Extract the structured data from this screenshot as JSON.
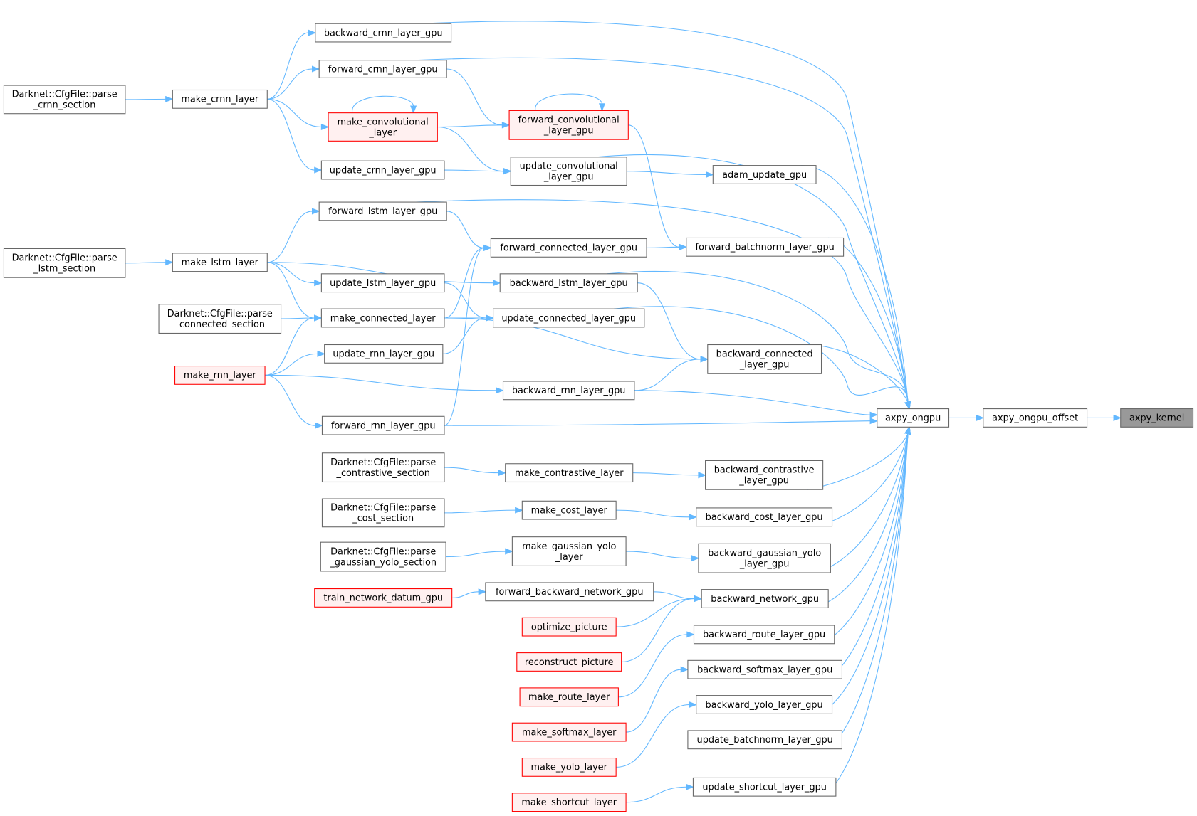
{
  "title": "axpy_kernel caller graph",
  "colors": {
    "edge": "#63b8ff",
    "node_border": "#666666",
    "highlight_fill": "#999999",
    "red_fill": "#fff0f0",
    "red_border": "#ff0000"
  },
  "nodes": [
    {
      "id": "backward_crnn",
      "lines": [
        "backward_crnn_layer_gpu"
      ],
      "style": "normal"
    },
    {
      "id": "forward_crnn",
      "lines": [
        "forward_crnn_layer_gpu"
      ],
      "style": "normal"
    },
    {
      "id": "parse_crnn",
      "lines": [
        "Darknet::CfgFile::parse",
        "_crnn_section"
      ],
      "style": "normal"
    },
    {
      "id": "make_crnn",
      "lines": [
        "make_crnn_layer"
      ],
      "style": "normal"
    },
    {
      "id": "make_conv",
      "lines": [
        "make_convolutional",
        "_layer"
      ],
      "style": "red"
    },
    {
      "id": "forward_conv",
      "lines": [
        "forward_convolutional",
        "_layer_gpu"
      ],
      "style": "red"
    },
    {
      "id": "update_conv",
      "lines": [
        "update_convolutional",
        "_layer_gpu"
      ],
      "style": "normal"
    },
    {
      "id": "update_crnn",
      "lines": [
        "update_crnn_layer_gpu"
      ],
      "style": "normal"
    },
    {
      "id": "adam",
      "lines": [
        "adam_update_gpu"
      ],
      "style": "normal"
    },
    {
      "id": "forward_lstm",
      "lines": [
        "forward_lstm_layer_gpu"
      ],
      "style": "normal"
    },
    {
      "id": "parse_lstm",
      "lines": [
        "Darknet::CfgFile::parse",
        "_lstm_section"
      ],
      "style": "normal"
    },
    {
      "id": "make_lstm",
      "lines": [
        "make_lstm_layer"
      ],
      "style": "normal"
    },
    {
      "id": "forward_connected",
      "lines": [
        "forward_connected_layer_gpu"
      ],
      "style": "normal"
    },
    {
      "id": "forward_batchnorm",
      "lines": [
        "forward_batchnorm_layer_gpu"
      ],
      "style": "normal"
    },
    {
      "id": "backward_lstm",
      "lines": [
        "backward_lstm_layer_gpu"
      ],
      "style": "normal"
    },
    {
      "id": "update_lstm",
      "lines": [
        "update_lstm_layer_gpu"
      ],
      "style": "normal"
    },
    {
      "id": "parse_connected",
      "lines": [
        "Darknet::CfgFile::parse",
        "_connected_section"
      ],
      "style": "normal"
    },
    {
      "id": "make_connected",
      "lines": [
        "make_connected_layer"
      ],
      "style": "normal"
    },
    {
      "id": "update_connected",
      "lines": [
        "update_connected_layer_gpu"
      ],
      "style": "normal"
    },
    {
      "id": "update_rnn",
      "lines": [
        "update_rnn_layer_gpu"
      ],
      "style": "normal"
    },
    {
      "id": "backward_connected",
      "lines": [
        "backward_connected",
        "_layer_gpu"
      ],
      "style": "normal"
    },
    {
      "id": "make_rnn",
      "lines": [
        "make_rnn_layer"
      ],
      "style": "red"
    },
    {
      "id": "backward_rnn",
      "lines": [
        "backward_rnn_layer_gpu"
      ],
      "style": "normal"
    },
    {
      "id": "forward_rnn",
      "lines": [
        "forward_rnn_layer_gpu"
      ],
      "style": "normal"
    },
    {
      "id": "axpy_ongpu",
      "lines": [
        "axpy_ongpu"
      ],
      "style": "normal"
    },
    {
      "id": "axpy_offset",
      "lines": [
        "axpy_ongpu_offset"
      ],
      "style": "normal"
    },
    {
      "id": "axpy_kernel",
      "lines": [
        "axpy_kernel"
      ],
      "style": "grey"
    },
    {
      "id": "parse_contrastive",
      "lines": [
        "Darknet::CfgFile::parse",
        "_contrastive_section"
      ],
      "style": "normal"
    },
    {
      "id": "make_contrastive",
      "lines": [
        "make_contrastive_layer"
      ],
      "style": "normal"
    },
    {
      "id": "backward_contrastive",
      "lines": [
        "backward_contrastive",
        "_layer_gpu"
      ],
      "style": "normal"
    },
    {
      "id": "parse_cost",
      "lines": [
        "Darknet::CfgFile::parse",
        "_cost_section"
      ],
      "style": "normal"
    },
    {
      "id": "make_cost",
      "lines": [
        "make_cost_layer"
      ],
      "style": "normal"
    },
    {
      "id": "backward_cost",
      "lines": [
        "backward_cost_layer_gpu"
      ],
      "style": "normal"
    },
    {
      "id": "parse_gauss",
      "lines": [
        "Darknet::CfgFile::parse",
        "_gaussian_yolo_section"
      ],
      "style": "normal"
    },
    {
      "id": "make_gauss",
      "lines": [
        "make_gaussian_yolo",
        "_layer"
      ],
      "style": "normal"
    },
    {
      "id": "backward_gauss",
      "lines": [
        "backward_gaussian_yolo",
        "_layer_gpu"
      ],
      "style": "normal"
    },
    {
      "id": "train",
      "lines": [
        "train_network_datum_gpu"
      ],
      "style": "red"
    },
    {
      "id": "forward_backward",
      "lines": [
        "forward_backward_network_gpu"
      ],
      "style": "normal"
    },
    {
      "id": "backward_network",
      "lines": [
        "backward_network_gpu"
      ],
      "style": "normal"
    },
    {
      "id": "optimize",
      "lines": [
        "optimize_picture"
      ],
      "style": "red"
    },
    {
      "id": "backward_route",
      "lines": [
        "backward_route_layer_gpu"
      ],
      "style": "normal"
    },
    {
      "id": "reconstruct",
      "lines": [
        "reconstruct_picture"
      ],
      "style": "red"
    },
    {
      "id": "backward_softmax",
      "lines": [
        "backward_softmax_layer_gpu"
      ],
      "style": "normal"
    },
    {
      "id": "make_route",
      "lines": [
        "make_route_layer"
      ],
      "style": "red"
    },
    {
      "id": "backward_yolo",
      "lines": [
        "backward_yolo_layer_gpu"
      ],
      "style": "normal"
    },
    {
      "id": "make_softmax",
      "lines": [
        "make_softmax_layer"
      ],
      "style": "red"
    },
    {
      "id": "update_batchnorm",
      "lines": [
        "update_batchnorm_layer_gpu"
      ],
      "style": "normal"
    },
    {
      "id": "make_yolo",
      "lines": [
        "make_yolo_layer"
      ],
      "style": "red"
    },
    {
      "id": "update_shortcut",
      "lines": [
        "update_shortcut_layer_gpu"
      ],
      "style": "normal"
    },
    {
      "id": "make_shortcut",
      "lines": [
        "make_shortcut_layer"
      ],
      "style": "red"
    }
  ],
  "edges": [
    [
      "parse_crnn",
      "make_crnn"
    ],
    [
      "make_crnn",
      "backward_crnn"
    ],
    [
      "make_crnn",
      "forward_crnn"
    ],
    [
      "make_crnn",
      "make_conv"
    ],
    [
      "make_crnn",
      "update_crnn"
    ],
    [
      "make_conv",
      "make_conv"
    ],
    [
      "forward_conv",
      "forward_conv"
    ],
    [
      "forward_crnn",
      "forward_conv"
    ],
    [
      "make_conv",
      "forward_conv"
    ],
    [
      "make_conv",
      "update_conv"
    ],
    [
      "update_crnn",
      "update_conv"
    ],
    [
      "update_conv",
      "adam"
    ],
    [
      "forward_conv",
      "forward_batchnorm"
    ],
    [
      "forward_connected",
      "forward_batchnorm"
    ],
    [
      "parse_lstm",
      "make_lstm"
    ],
    [
      "make_lstm",
      "forward_lstm"
    ],
    [
      "make_lstm",
      "update_lstm"
    ],
    [
      "make_lstm",
      "make_connected"
    ],
    [
      "make_lstm",
      "backward_lstm"
    ],
    [
      "forward_lstm",
      "forward_connected"
    ],
    [
      "update_lstm",
      "update_connected"
    ],
    [
      "make_connected",
      "forward_connected"
    ],
    [
      "make_connected",
      "update_connected"
    ],
    [
      "parse_connected",
      "make_connected"
    ],
    [
      "make_rnn",
      "make_connected"
    ],
    [
      "make_rnn",
      "update_rnn"
    ],
    [
      "update_rnn",
      "update_connected"
    ],
    [
      "forward_rnn",
      "forward_connected"
    ],
    [
      "make_rnn",
      "forward_rnn"
    ],
    [
      "make_rnn",
      "backward_rnn"
    ],
    [
      "make_connected",
      "backward_connected"
    ],
    [
      "backward_lstm",
      "backward_connected"
    ],
    [
      "backward_rnn",
      "backward_connected"
    ],
    [
      "backward_crnn",
      "axpy_ongpu"
    ],
    [
      "forward_crnn",
      "axpy_ongpu"
    ],
    [
      "update_conv",
      "axpy_ongpu"
    ],
    [
      "adam",
      "axpy_ongpu"
    ],
    [
      "forward_lstm",
      "axpy_ongpu"
    ],
    [
      "forward_batchnorm",
      "axpy_ongpu"
    ],
    [
      "backward_lstm",
      "axpy_ongpu"
    ],
    [
      "update_connected",
      "axpy_ongpu"
    ],
    [
      "backward_connected",
      "axpy_ongpu"
    ],
    [
      "backward_rnn",
      "axpy_ongpu"
    ],
    [
      "forward_rnn",
      "axpy_ongpu"
    ],
    [
      "backward_contrastive",
      "axpy_ongpu"
    ],
    [
      "backward_cost",
      "axpy_ongpu"
    ],
    [
      "backward_gauss",
      "axpy_ongpu"
    ],
    [
      "backward_network",
      "axpy_ongpu"
    ],
    [
      "backward_route",
      "axpy_ongpu"
    ],
    [
      "backward_softmax",
      "axpy_ongpu"
    ],
    [
      "backward_yolo",
      "axpy_ongpu"
    ],
    [
      "update_batchnorm",
      "axpy_ongpu"
    ],
    [
      "update_shortcut",
      "axpy_ongpu"
    ],
    [
      "axpy_ongpu",
      "axpy_offset"
    ],
    [
      "axpy_offset",
      "axpy_kernel"
    ],
    [
      "parse_contrastive",
      "make_contrastive"
    ],
    [
      "make_contrastive",
      "backward_contrastive"
    ],
    [
      "parse_cost",
      "make_cost"
    ],
    [
      "make_cost",
      "backward_cost"
    ],
    [
      "parse_gauss",
      "make_gauss"
    ],
    [
      "make_gauss",
      "backward_gauss"
    ],
    [
      "train",
      "forward_backward"
    ],
    [
      "forward_backward",
      "backward_network"
    ],
    [
      "optimize",
      "backward_network"
    ],
    [
      "reconstruct",
      "backward_network"
    ],
    [
      "make_route",
      "backward_route"
    ],
    [
      "make_softmax",
      "backward_softmax"
    ],
    [
      "make_yolo",
      "backward_yolo"
    ],
    [
      "make_shortcut",
      "update_shortcut"
    ]
  ]
}
